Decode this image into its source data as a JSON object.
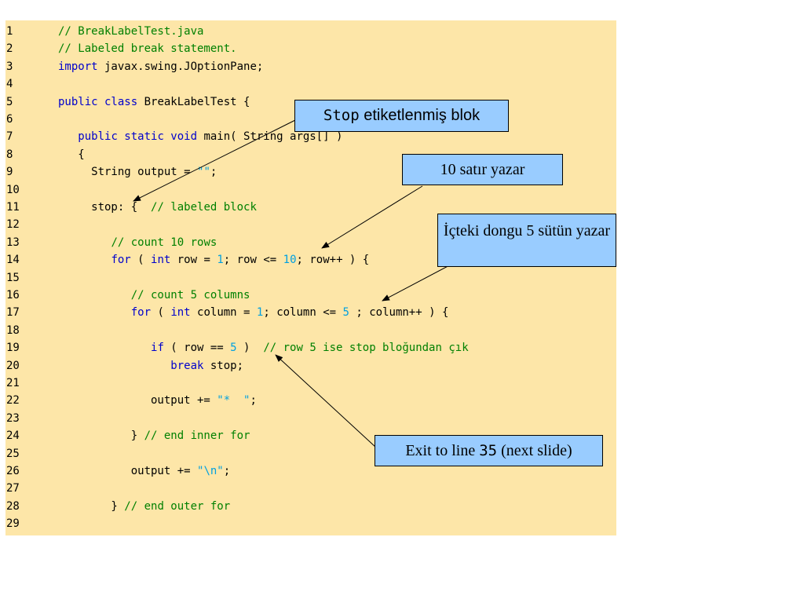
{
  "code_lines": [
    {
      "num": "1",
      "segments": [
        {
          "t": "// BreakLabelTest.java",
          "c": "cm"
        }
      ]
    },
    {
      "num": "2",
      "segments": [
        {
          "t": "// Labeled break statement.",
          "c": "cm"
        }
      ]
    },
    {
      "num": "3",
      "segments": [
        {
          "t": "import",
          "c": "kw"
        },
        {
          "t": " javax.swing.JOptionPane;",
          "c": ""
        }
      ]
    },
    {
      "num": "4",
      "segments": []
    },
    {
      "num": "5",
      "segments": [
        {
          "t": "public class",
          "c": "kw"
        },
        {
          "t": " BreakLabelTest {",
          "c": ""
        }
      ]
    },
    {
      "num": "6",
      "segments": []
    },
    {
      "num": "7",
      "segments": [
        {
          "t": "   ",
          "c": ""
        },
        {
          "t": "public static void",
          "c": "kw"
        },
        {
          "t": " main( String args[] )",
          "c": ""
        }
      ]
    },
    {
      "num": "8",
      "segments": [
        {
          "t": "   {",
          "c": ""
        }
      ]
    },
    {
      "num": "9",
      "segments": [
        {
          "t": "     String output = ",
          "c": ""
        },
        {
          "t": "\"\"",
          "c": "lit"
        },
        {
          "t": ";",
          "c": ""
        }
      ]
    },
    {
      "num": "10",
      "segments": []
    },
    {
      "num": "11",
      "segments": [
        {
          "t": "     stop: {  ",
          "c": ""
        },
        {
          "t": "// labeled block",
          "c": "cm"
        }
      ]
    },
    {
      "num": "12",
      "segments": []
    },
    {
      "num": "13",
      "segments": [
        {
          "t": "        ",
          "c": ""
        },
        {
          "t": "// count 10 rows",
          "c": "cm"
        }
      ]
    },
    {
      "num": "14",
      "segments": [
        {
          "t": "        ",
          "c": ""
        },
        {
          "t": "for",
          "c": "kw"
        },
        {
          "t": " ( ",
          "c": ""
        },
        {
          "t": "int",
          "c": "kw"
        },
        {
          "t": " row = ",
          "c": ""
        },
        {
          "t": "1",
          "c": "lit"
        },
        {
          "t": "; row <= ",
          "c": ""
        },
        {
          "t": "10",
          "c": "lit"
        },
        {
          "t": "; row++ ) {",
          "c": ""
        }
      ]
    },
    {
      "num": "15",
      "segments": []
    },
    {
      "num": "16",
      "segments": [
        {
          "t": "           ",
          "c": ""
        },
        {
          "t": "// count 5 columns",
          "c": "cm"
        }
      ]
    },
    {
      "num": "17",
      "segments": [
        {
          "t": "           ",
          "c": ""
        },
        {
          "t": "for",
          "c": "kw"
        },
        {
          "t": " ( ",
          "c": ""
        },
        {
          "t": "int",
          "c": "kw"
        },
        {
          "t": " column = ",
          "c": ""
        },
        {
          "t": "1",
          "c": "lit"
        },
        {
          "t": "; column <= ",
          "c": ""
        },
        {
          "t": "5",
          "c": "lit"
        },
        {
          "t": " ; column++ ) {",
          "c": ""
        }
      ]
    },
    {
      "num": "18",
      "segments": []
    },
    {
      "num": "19",
      "segments": [
        {
          "t": "              ",
          "c": ""
        },
        {
          "t": "if",
          "c": "kw"
        },
        {
          "t": " ( row == ",
          "c": ""
        },
        {
          "t": "5",
          "c": "lit"
        },
        {
          "t": " )  ",
          "c": ""
        },
        {
          "t": "// row 5 ise stop bloğundan çık",
          "c": "cm"
        }
      ]
    },
    {
      "num": "20",
      "segments": [
        {
          "t": "                 ",
          "c": ""
        },
        {
          "t": "break",
          "c": "kw"
        },
        {
          "t": " stop;",
          "c": ""
        }
      ]
    },
    {
      "num": "21",
      "segments": []
    },
    {
      "num": "22",
      "segments": [
        {
          "t": "              output += ",
          "c": ""
        },
        {
          "t": "\"*  \"",
          "c": "lit"
        },
        {
          "t": ";",
          "c": ""
        }
      ]
    },
    {
      "num": "23",
      "segments": []
    },
    {
      "num": "24",
      "segments": [
        {
          "t": "           } ",
          "c": ""
        },
        {
          "t": "// end inner for",
          "c": "cm"
        }
      ]
    },
    {
      "num": "25",
      "segments": []
    },
    {
      "num": "26",
      "segments": [
        {
          "t": "           output += ",
          "c": ""
        },
        {
          "t": "\"\\n\"",
          "c": "lit"
        },
        {
          "t": ";",
          "c": ""
        }
      ]
    },
    {
      "num": "27",
      "segments": []
    },
    {
      "num": "28",
      "segments": [
        {
          "t": "        } ",
          "c": ""
        },
        {
          "t": "// end outer for",
          "c": "cm"
        }
      ]
    },
    {
      "num": "29",
      "segments": []
    }
  ],
  "callouts": {
    "stop_block": {
      "mono": "Stop",
      "text": " etiketlenmiş blok"
    },
    "ten_rows": "10 satır yazar",
    "inner_loop": "İçteki dongu 5 sütün yazar",
    "exit": {
      "before": "Exit to line ",
      "mono": "35",
      "after": " (next slide)"
    }
  },
  "colors": {
    "panel": "#fde6a8",
    "callout": "#99ccff",
    "keyword": "#0000cc",
    "comment": "#008000",
    "literal": "#00a0e0"
  }
}
